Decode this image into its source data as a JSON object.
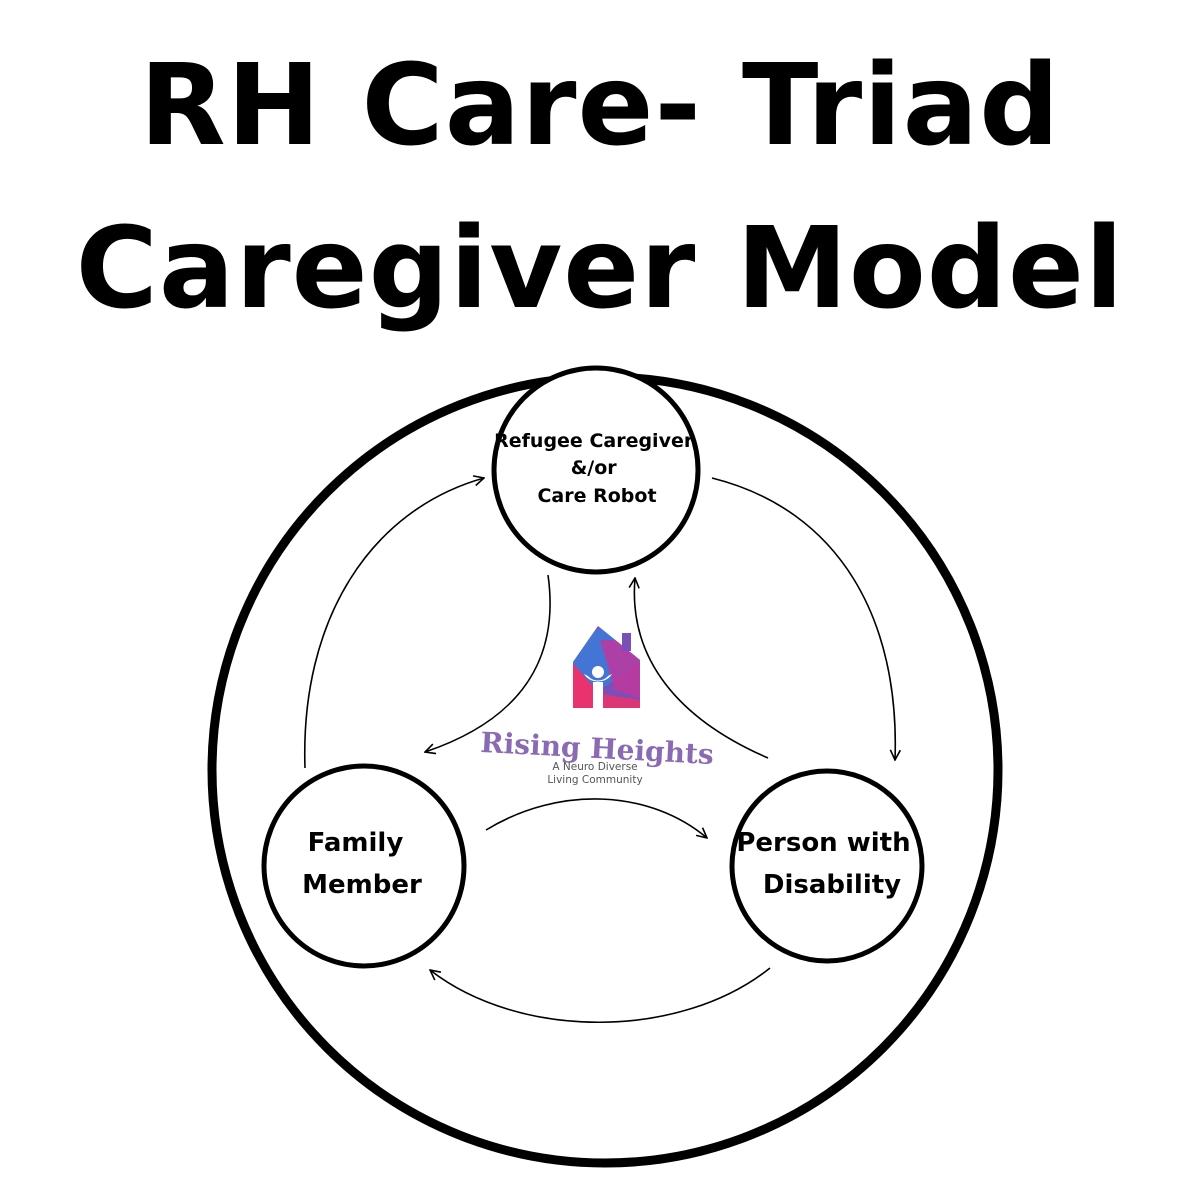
{
  "title": {
    "line1": "RH Care- Triad",
    "line2": "Caregiver Model"
  },
  "nodes": {
    "top": {
      "lines": [
        "Refugee Caregiver",
        "&/or",
        "Care Robot"
      ]
    },
    "left": {
      "lines": [
        "Family",
        "Member"
      ]
    },
    "right": {
      "lines": [
        "Person with",
        "Disability"
      ]
    }
  },
  "logo": {
    "name": "Rising Heights",
    "tagline_line1": "A Neuro Diverse",
    "tagline_line2": "Living Community",
    "colors": {
      "text": "#8a6bb3",
      "tagline": "#555555",
      "pink": "#e8336f",
      "purple": "#7b4fb8",
      "blue": "#3b7bd8",
      "magenta": "#c0379f"
    }
  },
  "colors": {
    "stroke": "#000000",
    "background": "#ffffff"
  }
}
